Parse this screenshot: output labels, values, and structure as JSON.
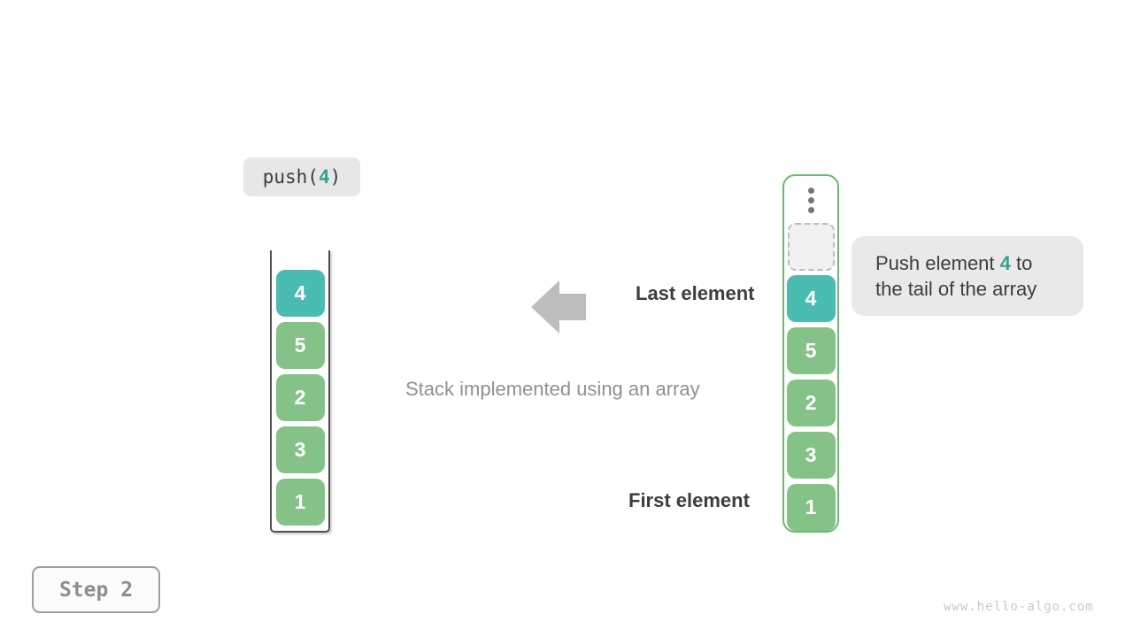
{
  "operation": {
    "func": "push(",
    "arg": "4",
    "close": ")"
  },
  "left_stack": {
    "cells": [
      {
        "value": "4",
        "type": "teal"
      },
      {
        "value": "5",
        "type": "green"
      },
      {
        "value": "2",
        "type": "green"
      },
      {
        "value": "3",
        "type": "green"
      },
      {
        "value": "1",
        "type": "green"
      }
    ]
  },
  "right_stack": {
    "has_ellipsis": true,
    "has_empty_slot": true,
    "cells": [
      {
        "value": "4",
        "type": "teal"
      },
      {
        "value": "5",
        "type": "green"
      },
      {
        "value": "2",
        "type": "green"
      },
      {
        "value": "3",
        "type": "green"
      },
      {
        "value": "1",
        "type": "green"
      }
    ]
  },
  "labels": {
    "last_element": "Last element",
    "first_element": "First element",
    "caption": "Stack implemented using an array"
  },
  "bubble": {
    "line1_pre": "Push element ",
    "line1_highlight": "4",
    "line1_post": " to",
    "line2": "the tail of the array"
  },
  "step_badge": {
    "label": "Step 2"
  },
  "watermark": {
    "text": "www.hello-algo.com"
  },
  "colors": {
    "teal_cell": "#4bbcb2",
    "green_cell": "#85c288",
    "container_border_green": "#6ab96d",
    "container_border_dark": "#4e4e4e",
    "highlight_text": "#38a094",
    "arrow_gray": "#bdbdbd",
    "bubble_bg": "#e9e9e9",
    "label_bg": "#e7e7e7",
    "dark_text": "#3d3d3d",
    "muted_text": "#909090"
  }
}
